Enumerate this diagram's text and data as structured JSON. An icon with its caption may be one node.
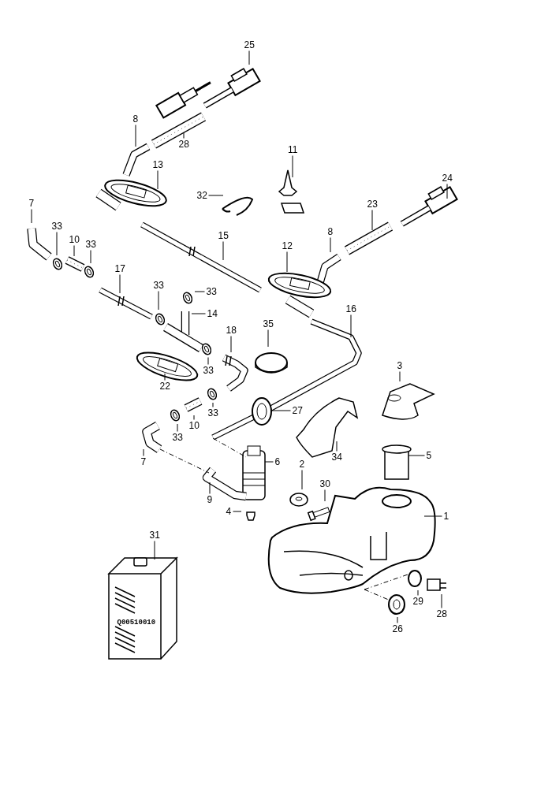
{
  "diagram": {
    "nodes": [
      {
        "text": [
          "25"
        ]
      },
      {
        "text": [
          "8"
        ]
      },
      {
        "text": [
          "28"
        ]
      },
      {
        "text": [
          "11"
        ]
      },
      {
        "text": [
          "13"
        ]
      },
      {
        "text": [
          "24"
        ]
      },
      {
        "text": [
          "32"
        ]
      },
      {
        "text": [
          "7"
        ]
      },
      {
        "text": [
          "23"
        ]
      },
      {
        "text": [
          "33"
        ]
      },
      {
        "text": [
          "8"
        ]
      },
      {
        "text": [
          "15"
        ]
      },
      {
        "text": [
          "10"
        ]
      },
      {
        "text": [
          "33"
        ]
      },
      {
        "text": [
          "12"
        ]
      },
      {
        "text": [
          "17"
        ]
      },
      {
        "text": [
          "33"
        ]
      },
      {
        "text": [
          "33"
        ]
      },
      {
        "text": [
          "16"
        ]
      },
      {
        "text": [
          "14"
        ]
      },
      {
        "text": [
          "35"
        ]
      },
      {
        "text": [
          "18"
        ]
      },
      {
        "text": [
          "3"
        ]
      },
      {
        "text": [
          "33"
        ]
      },
      {
        "text": [
          "22"
        ]
      },
      {
        "text": [
          "27"
        ]
      },
      {
        "text": [
          "33"
        ]
      },
      {
        "text": [
          "10"
        ]
      },
      {
        "text": [
          "33"
        ]
      },
      {
        "text": [
          "34"
        ]
      },
      {
        "text": [
          "5"
        ]
      },
      {
        "text": [
          "7"
        ]
      },
      {
        "text": [
          "6"
        ]
      },
      {
        "text": [
          "2"
        ]
      },
      {
        "text": [
          "30"
        ]
      },
      {
        "text": [
          "9"
        ]
      },
      {
        "text": [
          "4"
        ]
      },
      {
        "text": [
          "1"
        ]
      },
      {
        "text": [
          "31"
        ]
      },
      {
        "text": [
          "29"
        ]
      },
      {
        "text": [
          "28"
        ]
      },
      {
        "text": [
          "26"
        ]
      }
    ],
    "edges": [
      {
        "from": 0,
        "to": null,
        "arrow": "none"
      },
      {
        "from": 1,
        "to": null,
        "arrow": "none"
      },
      {
        "from": 2,
        "to": null,
        "arrow": "none"
      },
      {
        "from": 3,
        "to": null,
        "arrow": "none"
      },
      {
        "from": 4,
        "to": null,
        "arrow": "none"
      },
      {
        "from": 5,
        "to": null,
        "arrow": "none"
      },
      {
        "from": 6,
        "to": null,
        "arrow": "none"
      },
      {
        "from": 7,
        "to": null,
        "arrow": "none"
      },
      {
        "from": 8,
        "to": null,
        "arrow": "none"
      },
      {
        "from": 9,
        "to": null,
        "arrow": "none"
      },
      {
        "from": 10,
        "to": null,
        "arrow": "none"
      },
      {
        "from": 11,
        "to": null,
        "arrow": "none"
      },
      {
        "from": 12,
        "to": null,
        "arrow": "none"
      },
      {
        "from": 13,
        "to": null,
        "arrow": "none"
      },
      {
        "from": 14,
        "to": null,
        "arrow": "none"
      },
      {
        "from": 15,
        "to": null,
        "arrow": "none"
      },
      {
        "from": 16,
        "to": null,
        "arrow": "none"
      },
      {
        "from": 17,
        "to": null,
        "arrow": "none"
      },
      {
        "from": 18,
        "to": null,
        "arrow": "none"
      },
      {
        "from": 19,
        "to": null,
        "arrow": "none"
      },
      {
        "from": 20,
        "to": null,
        "arrow": "none"
      },
      {
        "from": 21,
        "to": null,
        "arrow": "none"
      },
      {
        "from": 22,
        "to": null,
        "arrow": "none"
      },
      {
        "from": 23,
        "to": null,
        "arrow": "none"
      },
      {
        "from": 24,
        "to": null,
        "arrow": "none"
      },
      {
        "from": 25,
        "to": null,
        "arrow": "none"
      },
      {
        "from": 26,
        "to": null,
        "arrow": "none"
      },
      {
        "from": 27,
        "to": null,
        "arrow": "none"
      },
      {
        "from": 28,
        "to": null,
        "arrow": "none"
      },
      {
        "from": 29,
        "to": null,
        "arrow": "none"
      },
      {
        "from": 30,
        "to": null,
        "arrow": "none"
      },
      {
        "from": 31,
        "to": null,
        "arrow": "none"
      },
      {
        "from": 32,
        "to": null,
        "arrow": "none"
      },
      {
        "from": 33,
        "to": null,
        "arrow": "none"
      },
      {
        "from": 34,
        "to": null,
        "arrow": "none"
      },
      {
        "from": 35,
        "to": null,
        "arrow": "none"
      },
      {
        "from": 36,
        "to": null,
        "arrow": "none"
      },
      {
        "from": 37,
        "to": null,
        "arrow": "none"
      },
      {
        "from": 38,
        "to": null,
        "arrow": "none"
      },
      {
        "from": 39,
        "to": null,
        "arrow": "none"
      },
      {
        "from": 40,
        "to": null,
        "arrow": "none"
      },
      {
        "from": 41,
        "to": null,
        "arrow": "none"
      }
    ],
    "labels": [
      "Q00510010"
    ]
  }
}
